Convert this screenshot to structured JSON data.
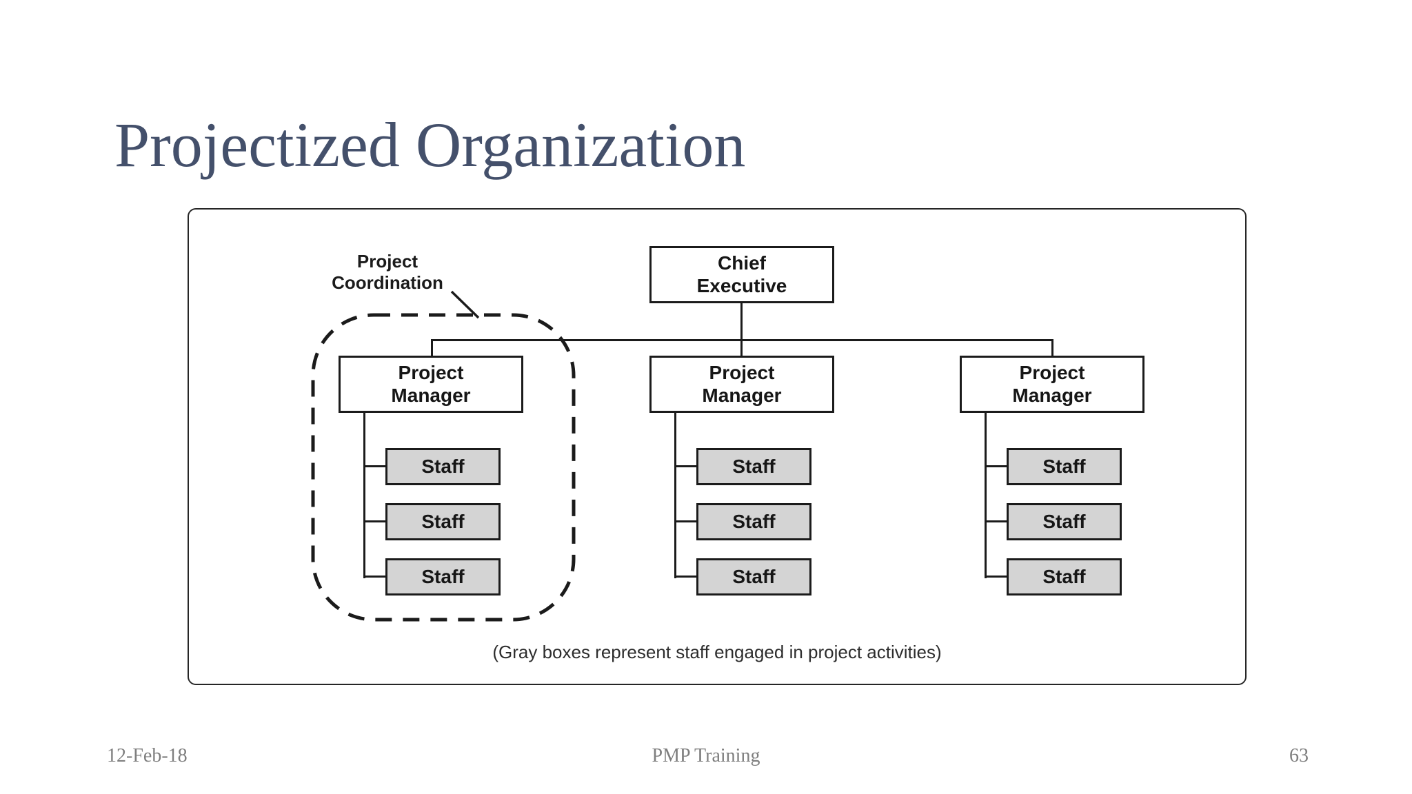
{
  "slide": {
    "title": "Projectized Organization",
    "footer": {
      "date": "12-Feb-18",
      "center": "PMP Training",
      "page": "63"
    }
  },
  "diagram": {
    "coordination_label": "Project\nCoordination",
    "chief_executive": "Chief\nExecutive",
    "columns": [
      {
        "manager": "Project\nManager",
        "staff": [
          "Staff",
          "Staff",
          "Staff"
        ]
      },
      {
        "manager": "Project\nManager",
        "staff": [
          "Staff",
          "Staff",
          "Staff"
        ]
      },
      {
        "manager": "Project\nManager",
        "staff": [
          "Staff",
          "Staff",
          "Staff"
        ]
      }
    ],
    "caption": "(Gray boxes represent staff engaged in project activities)"
  },
  "colors": {
    "title_text": "#44506b",
    "line": "#1b1b1b",
    "staff_fill": "#d4d4d4",
    "footer_text": "#7e7e7e",
    "background": "#ffffff"
  }
}
